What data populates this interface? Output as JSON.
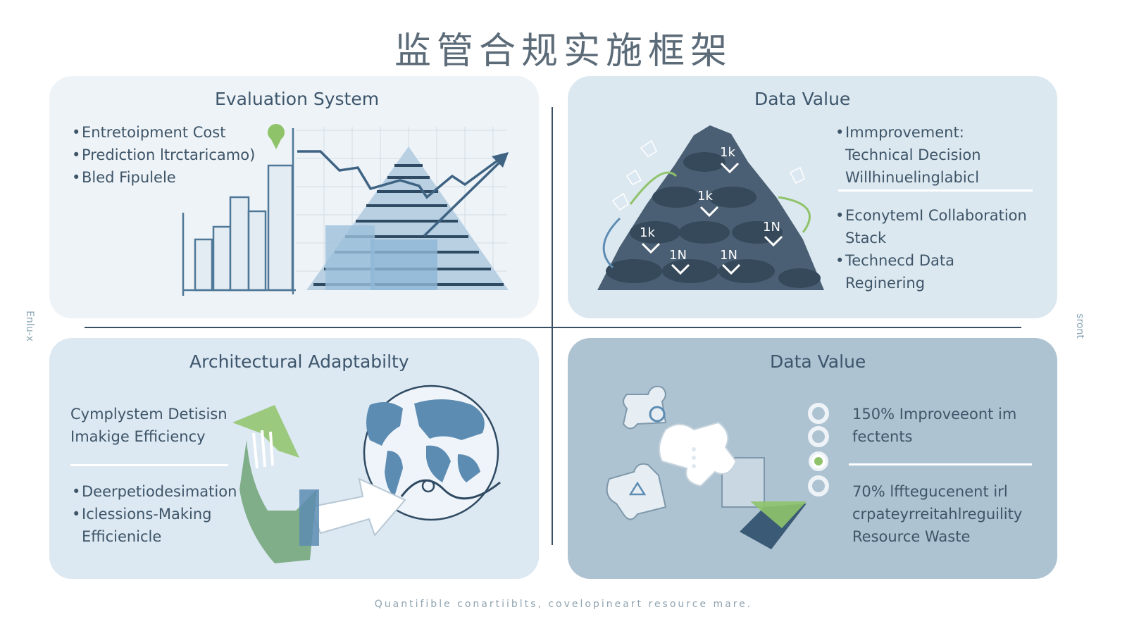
{
  "title": "监管合规实施框架",
  "panels": {
    "evaluation": {
      "title": "Evaluation System",
      "bullets": [
        "Entretoipment Cost",
        "Prediction ltrctaricamo)",
        "Bled Fipulele"
      ]
    },
    "data_value_top": {
      "title": "Data Value",
      "bullets": [
        [
          "Immprovement:",
          "Technical Decision",
          "Willhinuelinglabicl"
        ],
        [
          "EconytemI Collaboration",
          "Stack"
        ],
        [
          "Technecd Data",
          "Reginering"
        ]
      ],
      "node_labels": [
        "1k",
        "1k",
        "1k",
        "1N",
        "1N",
        "1N"
      ]
    },
    "architectural": {
      "title": "Architectural Adaptabilty",
      "intro": [
        "Cymplystem Detisisn",
        "Imakige Efficiency"
      ],
      "bullets": [
        [
          "Deerpetiodesimation"
        ],
        [
          "Iclessions-Making",
          "Efficienicle"
        ]
      ]
    },
    "data_value_bottom": {
      "title": "Data Value",
      "stats": [
        [
          "150% Improveeont im",
          "fectents"
        ],
        [
          "70% lfftegucenent irl",
          "crpateyrreitahlreguility",
          "Resource Waste"
        ]
      ]
    }
  },
  "side_labels": {
    "left": "Enlu-x",
    "right": "sront"
  },
  "footer": "Quantifible conartiiblts, covelopineart resource mare.",
  "colors": {
    "accent_green": "#8fc36a",
    "dark_blue": "#3a5a75",
    "mid_blue": "#5d8cb3"
  }
}
